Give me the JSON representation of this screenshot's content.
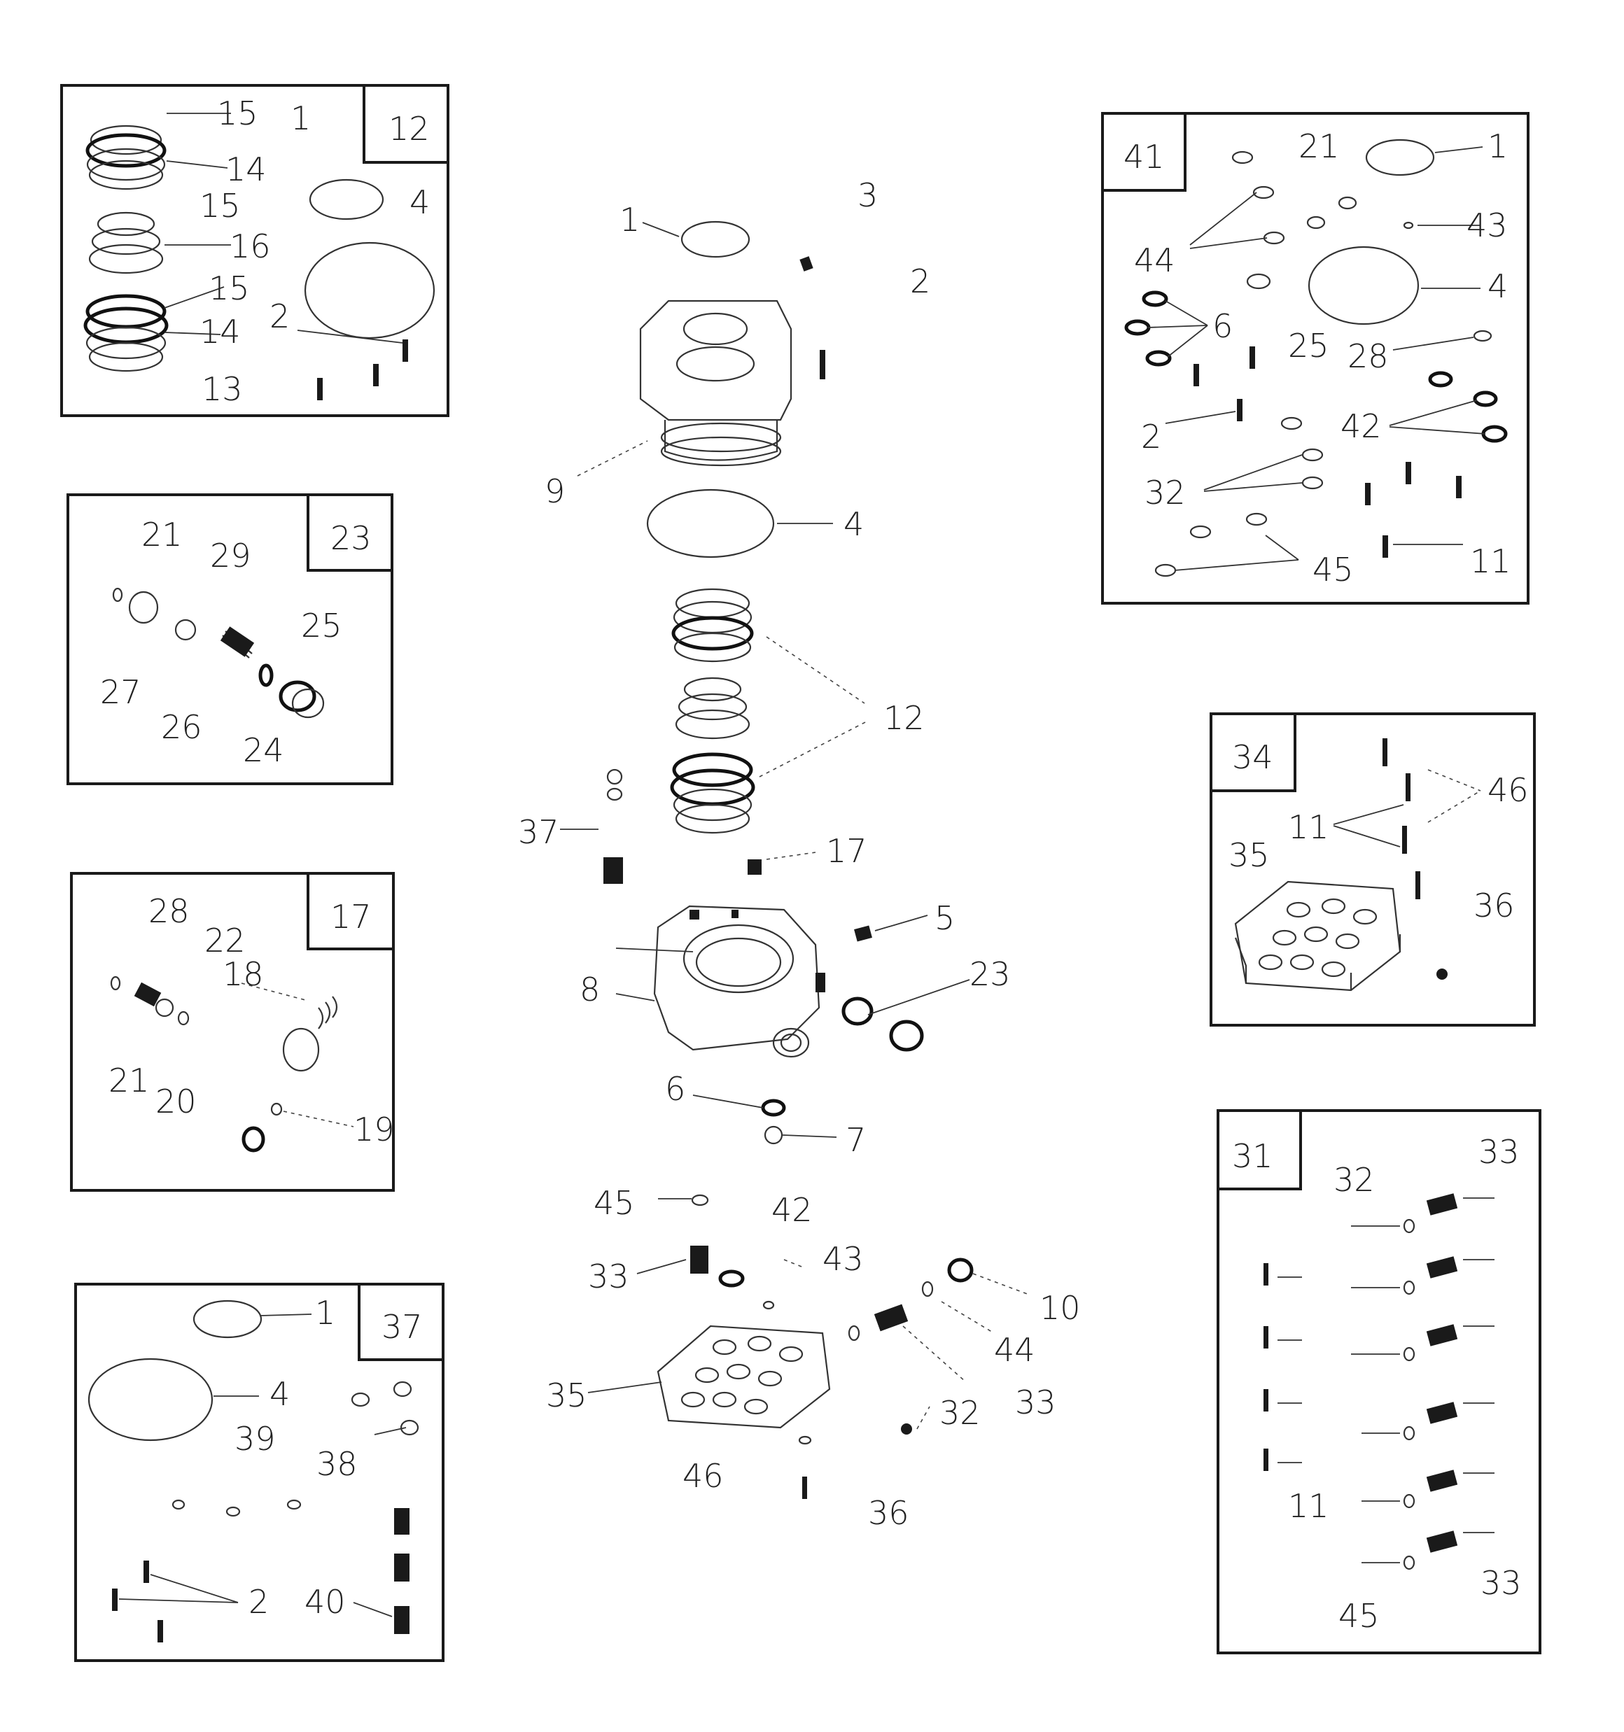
{
  "colors": {
    "ink": "#1a1a1a",
    "paper": "#ffffff"
  },
  "panels": {
    "p12": {
      "tag": "12",
      "labels": [
        "15",
        "1",
        "14",
        "15",
        "4",
        "16",
        "15",
        "2",
        "14",
        "13"
      ]
    },
    "p23": {
      "tag": "23",
      "labels": [
        "21",
        "29",
        "25",
        "27",
        "26",
        "24"
      ]
    },
    "p17": {
      "tag": "17",
      "labels": [
        "28",
        "22",
        "18",
        "21",
        "20",
        "19"
      ]
    },
    "p37": {
      "tag": "37",
      "labels": [
        "1",
        "4",
        "39",
        "38",
        "2",
        "40"
      ]
    },
    "p41": {
      "tag": "41",
      "labels": [
        "21",
        "1",
        "43",
        "44",
        "4",
        "6",
        "25",
        "28",
        "2",
        "42",
        "32",
        "45",
        "11"
      ]
    },
    "p34": {
      "tag": "34",
      "labels": [
        "46",
        "11",
        "35",
        "36"
      ]
    },
    "p31": {
      "tag": "31",
      "labels": [
        "32",
        "33",
        "11",
        "33",
        "45"
      ]
    }
  },
  "center": {
    "labels": [
      "3",
      "1",
      "2",
      "9",
      "4",
      "12",
      "37",
      "17",
      "5",
      "23",
      "8",
      "6",
      "7",
      "45",
      "42",
      "33",
      "43",
      "10",
      "44",
      "35",
      "32",
      "33",
      "46",
      "36"
    ]
  }
}
